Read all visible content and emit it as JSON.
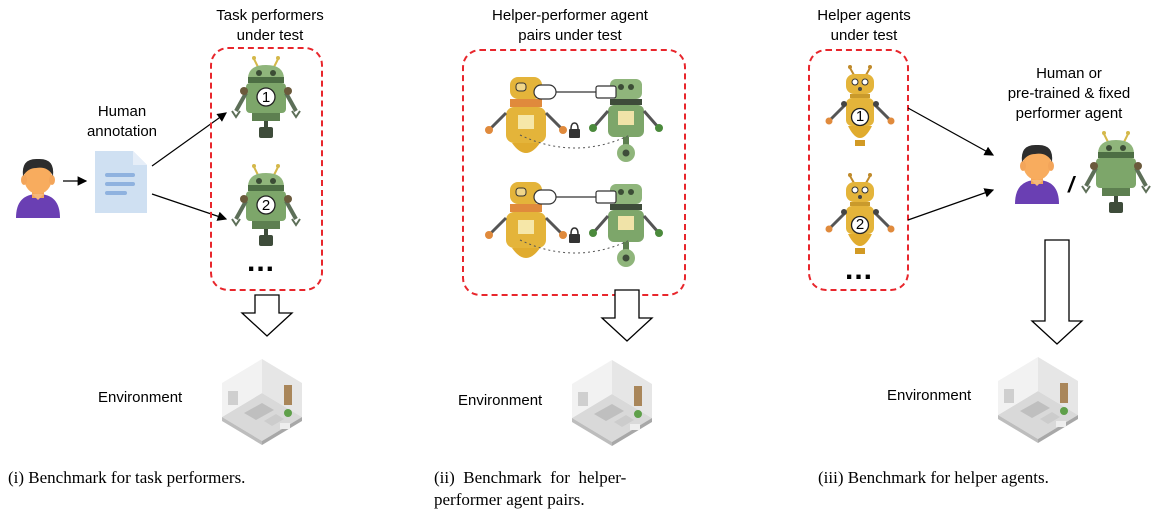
{
  "panel1": {
    "box_title_line1": "Task performers",
    "box_title_line2": "under test",
    "annotation_line1": "Human",
    "annotation_line2": "annotation",
    "robot1_number": "1",
    "robot2_number": "2",
    "ellipsis": "...",
    "environment_label": "Environment",
    "caption": "(i) Benchmark for task performers."
  },
  "panel2": {
    "box_title_line1": "Helper-performer agent",
    "box_title_line2": "pairs under test",
    "environment_label": "Environment",
    "caption_line1": "(ii)  Benchmark  for  helper-",
    "caption_line2": "performer agent pairs."
  },
  "panel3": {
    "box_title_line1": "Helper agents",
    "box_title_line2": "under test",
    "robot1_number": "1",
    "robot2_number": "2",
    "ellipsis": "...",
    "performer_line1": "Human or",
    "performer_line2": "pre-trained & fixed",
    "performer_line3": "performer agent",
    "separator": "/",
    "environment_label": "Environment",
    "caption": "(iii) Benchmark for helper agents."
  },
  "colors": {
    "dashed_box": "#e8262c",
    "green_robot": "#7da66a",
    "yellow_robot": "#e4b43a",
    "human_shirt": "#6a3fb3",
    "document": "#cfe0f2"
  }
}
